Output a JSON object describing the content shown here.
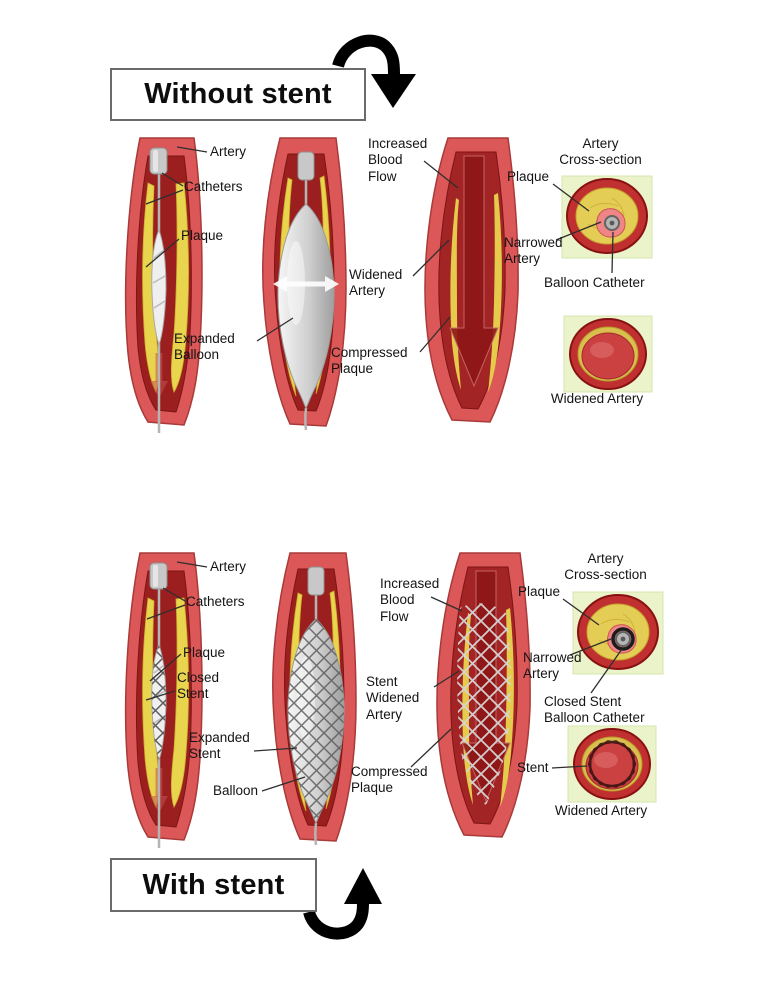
{
  "icons": {
    "top_arrow": "curved-arrow-down",
    "bottom_arrow": "curved-arrow-up"
  },
  "colors": {
    "artery_wall": "#dc5757",
    "artery_cut_edge": "#a93a3a",
    "artery_lumen": "#9c1f1f",
    "plaque_yellow": "#e9d44e",
    "balloon_gray": "#d6d6d6",
    "catheter_gray": "#c3c3c3",
    "blood_flow_arrow": "#8d1616",
    "cross_section_bg": "#eaf3c9",
    "narrowed_lumen_pink": "#ef8585",
    "stent_mesh_dark": "#5c5c5c",
    "stent_mesh_light": "#d6d6d6",
    "label_text": "#141414",
    "arrow_black": "#000000"
  },
  "without": {
    "title": "Without stent",
    "labels": {
      "artery": "Artery",
      "catheters": "Catheters",
      "plaque": "Plaque",
      "expanded_balloon": "Expanded\nBalloon",
      "increased_blood_flow": "Increased\nBlood\nFlow",
      "widened_artery": "Widened\nArtery",
      "compressed_plaque": "Compressed\nPlaque",
      "cross_section_title": "Artery\nCross-section",
      "cs_plaque": "Plaque",
      "narrowed_artery": "Narrowed\nArtery",
      "balloon_catheter": "Balloon Catheter",
      "widened_artery_caption": "Widened Artery"
    }
  },
  "with": {
    "title": "With stent",
    "labels": {
      "artery": "Artery",
      "catheters": "Catheters",
      "plaque": "Plaque",
      "closed_stent": "Closed\nStent",
      "expanded_stent": "Expanded\nStent",
      "balloon": "Balloon",
      "increased_blood_flow": "Increased\nBlood\nFlow",
      "stent_widened_artery": "Stent\nWidened\nArtery",
      "compressed_plaque": "Compressed\nPlaque",
      "cross_section_title": "Artery\nCross-section",
      "cs_plaque": "Plaque",
      "narrowed_artery": "Narrowed\nArtery",
      "closed_stent_balloon_catheter": "Closed Stent\nBalloon Catheter",
      "stent": "Stent",
      "widened_artery_caption": "Widened Artery"
    }
  }
}
